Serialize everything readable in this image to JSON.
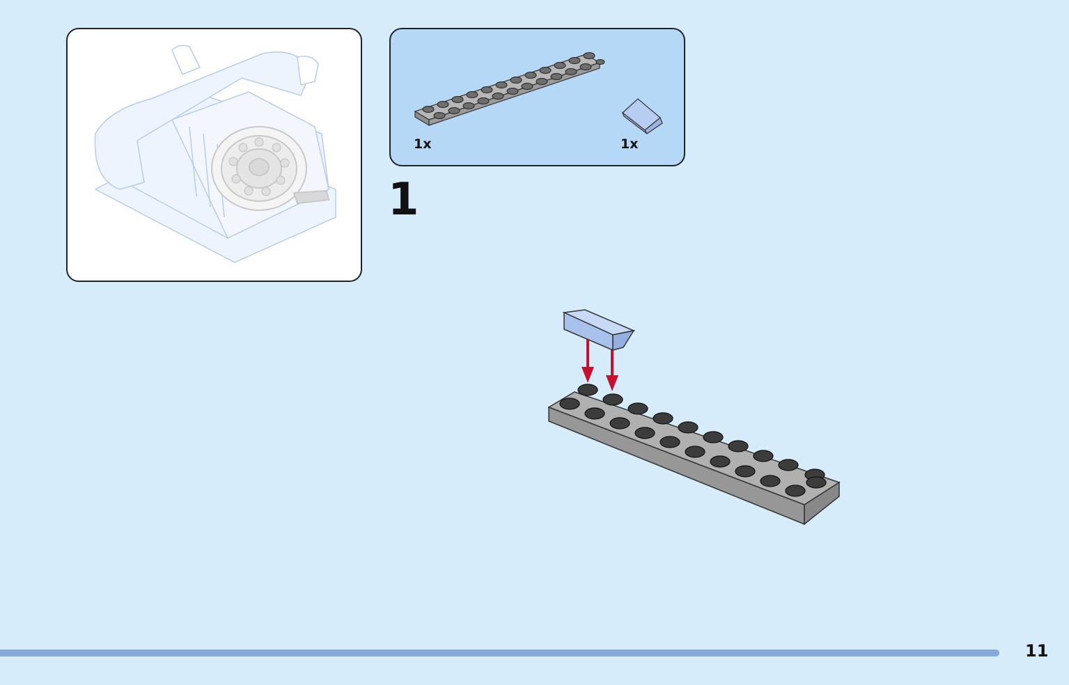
{
  "parts": [
    {
      "icon": "gray-plate-2x12-icon",
      "quantity": "1x"
    },
    {
      "icon": "light-blue-slope-icon",
      "quantity": "1x"
    }
  ],
  "step": {
    "number": "1"
  },
  "footer": {
    "page_number": "11"
  },
  "colors": {
    "page_background": "#d6ecfb",
    "parts_panel": "#b4d8f5",
    "plate_gray": "#a3a3a3",
    "slope_blue": "#b7cdf2",
    "arrow_red": "#c8102e",
    "progress_bar": "#86a8da"
  }
}
